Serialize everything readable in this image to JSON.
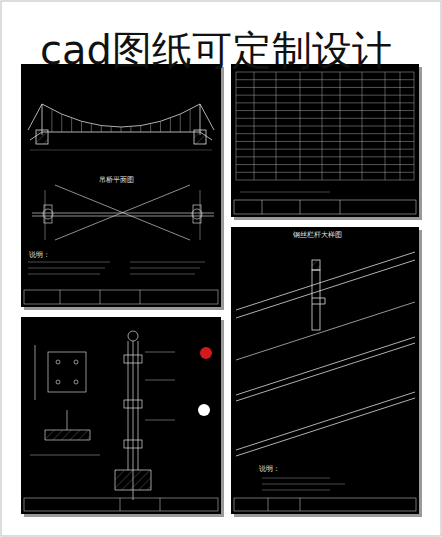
{
  "diagram": {
    "title": "cad图纸可定制设计",
    "labels": [
      "吊桥平面图",
      "说明：",
      "钢丝栏杆大样图",
      "说明："
    ]
  }
}
